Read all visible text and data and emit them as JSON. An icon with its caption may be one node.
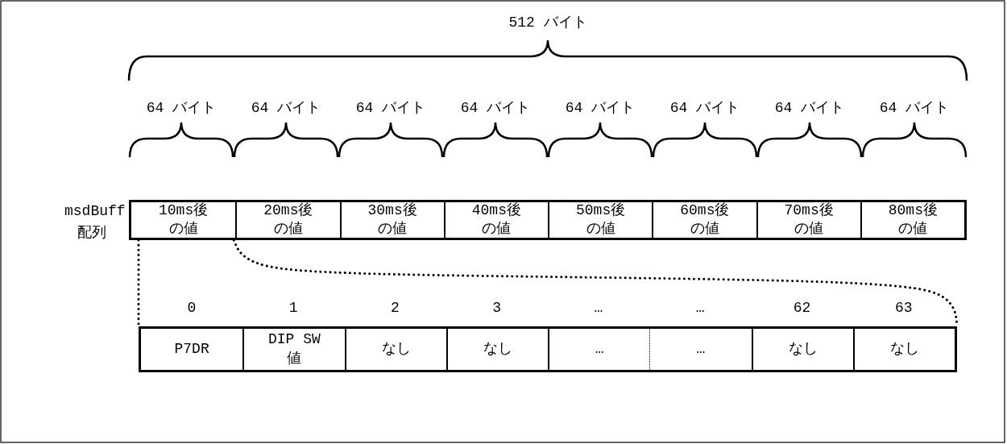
{
  "diagram": {
    "nodes": [
      {
        "text": [],
        "shape": "box"
      },
      {
        "text": [
          "10ms後の値"
        ],
        "in": 0
      },
      {
        "text": [
          "20ms後の値"
        ],
        "in": 0
      },
      {
        "text": [
          "30ms後の値"
        ],
        "in": 0
      },
      {
        "text": [
          "40ms後の値"
        ],
        "in": 0
      },
      {
        "text": [
          "50ms後の値"
        ],
        "in": 0
      },
      {
        "text": [
          "60ms後の値"
        ],
        "in": 0
      },
      {
        "text": [
          "70ms後の値"
        ],
        "in": 0
      },
      {
        "text": [
          "80ms後の値"
        ],
        "in": 0
      },
      {
        "text": [],
        "shape": "box"
      },
      {
        "text": [
          "P7DR"
        ],
        "in": 9
      },
      {
        "text": [
          "DIP SW値"
        ],
        "in": 9
      },
      {
        "text": [
          "なし"
        ],
        "in": 9
      },
      {
        "text": [
          "なし"
        ],
        "in": 9
      },
      {
        "text": [
          "…"
        ],
        "in": 9
      },
      {
        "text": [
          "…"
        ],
        "in": 9
      },
      {
        "text": [
          "なし"
        ],
        "in": 9
      },
      {
        "text": [
          "なし"
        ],
        "in": 9
      }
    ],
    "edges": [
      {
        "from": 1,
        "to": 9,
        "arrow": "none",
        "style": "dashed"
      },
      {
        "from": 1,
        "to": 9,
        "arrow": "none",
        "style": "dashed"
      }
    ],
    "labels": [
      "512 バイト",
      "64 バイト",
      "64 バイト",
      "64 バイト",
      "64 バイト",
      "64 バイト",
      "64 バイト",
      "64 バイト",
      "64 バイト",
      "msdBuff",
      "配列",
      "0",
      "1",
      "2",
      "3",
      "…",
      "…",
      "62",
      "63"
    ]
  }
}
